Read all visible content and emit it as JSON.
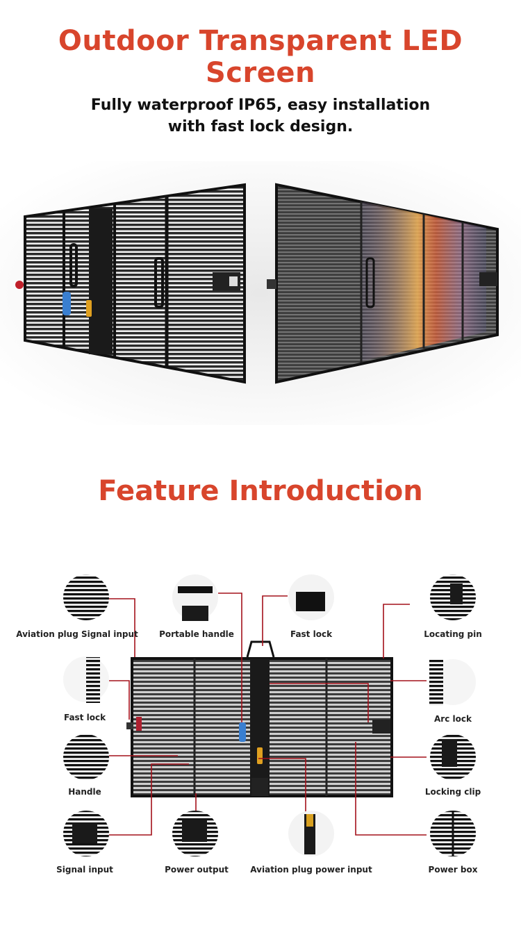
{
  "header": {
    "title": "Outdoor Transparent LED Screen",
    "subtitle_line1": "Fully waterproof IP65, easy installation",
    "subtitle_line2": "with fast lock design."
  },
  "feature": {
    "title": "Feature Introduction",
    "labels": {
      "aviation_plug_signal_input": "Aviation plug Signal input",
      "portable_handle": "Portable handle",
      "fast_lock_top": "Fast lock",
      "locating_pin": "Locating pin",
      "fast_lock_left": "Fast lock",
      "arc_lock": "Arc lock",
      "handle": "Handle",
      "locking_clip": "Locking clip",
      "signal_input": "Signal input",
      "power_output": "Power output",
      "aviation_plug_power_input": "Aviation plug power input",
      "power_box": "Power box"
    }
  },
  "colors": {
    "accent": "#d8452c",
    "leader_line": "#a3101a",
    "panel_dark": "#1b1b1b",
    "connector_blue": "#3a7fd0"
  },
  "icons": [
    "led-panel-image",
    "transparent-panel-image",
    "diagram-panel-image",
    "feature-callout-icon"
  ]
}
